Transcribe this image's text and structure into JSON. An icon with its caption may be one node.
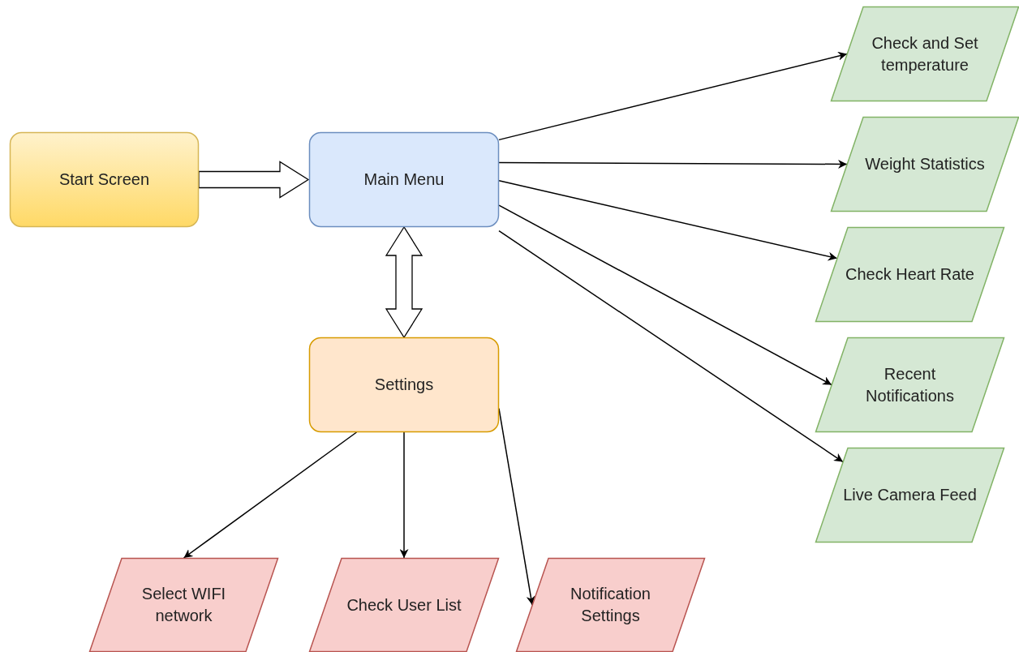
{
  "diagram": {
    "nodes": [
      {
        "text": [
          "Start Screen"
        ]
      },
      {
        "text": [
          "Main Menu"
        ]
      },
      {
        "text": [
          "Settings"
        ]
      },
      {
        "text": [
          "Check and Set temperature"
        ]
      },
      {
        "text": [
          "Weight Statistics"
        ]
      },
      {
        "text": [
          "Check Heart Rate"
        ]
      },
      {
        "text": [
          "Recent Notifications"
        ]
      },
      {
        "text": [
          "Live Camera Feed"
        ]
      },
      {
        "text": [
          "Select WIFI network"
        ]
      },
      {
        "text": [
          "Check User List"
        ]
      },
      {
        "text": [
          "Notification Settings"
        ]
      }
    ],
    "edges": [
      {
        "from": 0,
        "to": 1,
        "arrow": "to",
        "style": "thick"
      },
      {
        "from": 1,
        "to": 2,
        "arrow": "both",
        "style": "thick"
      },
      {
        "from": 1,
        "to": 3,
        "arrow": "to"
      },
      {
        "from": 1,
        "to": 4,
        "arrow": "to"
      },
      {
        "from": 1,
        "to": 5,
        "arrow": "to"
      },
      {
        "from": 1,
        "to": 6,
        "arrow": "to"
      },
      {
        "from": 1,
        "to": 7,
        "arrow": "to"
      },
      {
        "from": 2,
        "to": 8,
        "arrow": "to"
      },
      {
        "from": 2,
        "to": 9,
        "arrow": "to"
      },
      {
        "from": 2,
        "to": 10,
        "arrow": "to"
      }
    ]
  }
}
